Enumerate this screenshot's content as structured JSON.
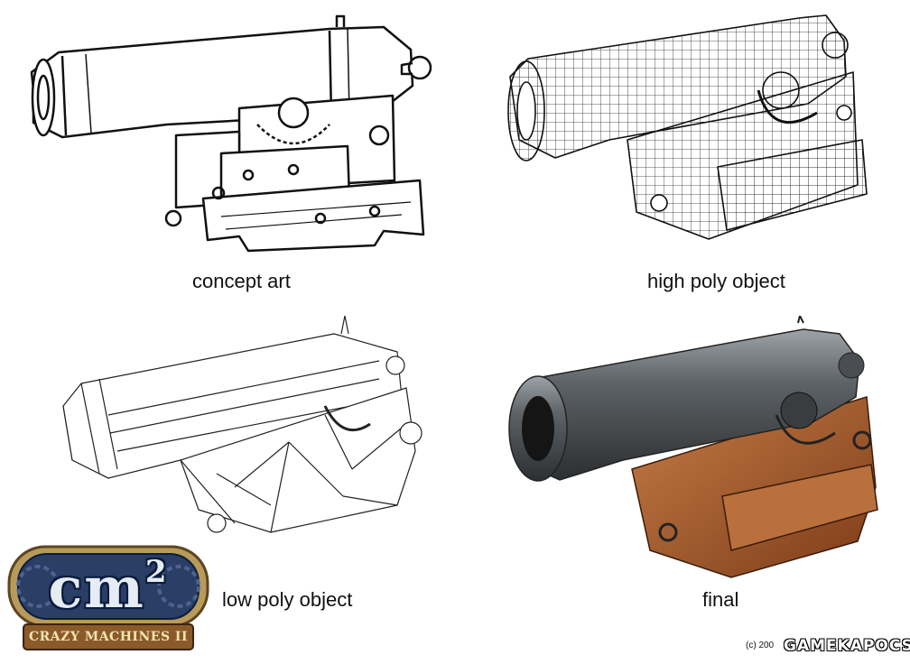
{
  "panels": {
    "concept": {
      "caption": "concept art"
    },
    "high_poly": {
      "caption": "high poly object"
    },
    "low_poly": {
      "caption": "low poly object"
    },
    "final": {
      "caption": "final"
    }
  },
  "logo": {
    "main": "cm",
    "superscript": "2",
    "subtitle": "CRAZY MACHINES II",
    "frame_color": "#b89a5a",
    "badge_color": "#2a3e66"
  },
  "footer": {
    "copyright": "(c) 200",
    "watermark": "GAMEKAPOCS"
  },
  "colors": {
    "line_art": "#111111",
    "barrel_metal": "#4a4e52",
    "wood": "#a85a2a"
  },
  "icons": {
    "concept_art": "cannon-sketch-icon",
    "high_poly": "cannon-wireframe-icon",
    "low_poly": "cannon-lowpoly-icon",
    "final": "cannon-render-icon"
  }
}
